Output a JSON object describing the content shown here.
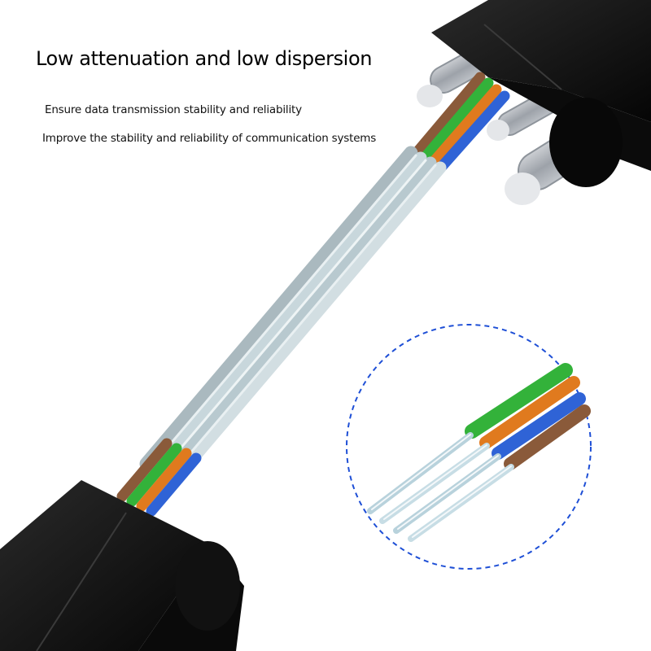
{
  "headline": "Low attenuation and low dispersion",
  "features": [
    "Ensure data transmission stability and reliability",
    "Improve the stability and reliability of communication systems"
  ],
  "colors": {
    "background": "#ffffff",
    "cable_jacket": "#0b0b0b",
    "strength_member": "#c9ccd1",
    "fiber_clear": "#c4d6dc",
    "fiber_green": "#33b23a",
    "fiber_brown": "#8a5a3a",
    "fiber_orange": "#e07a1e",
    "fiber_blue": "#2f63d6",
    "callout_ring": "#1e4fd6"
  }
}
